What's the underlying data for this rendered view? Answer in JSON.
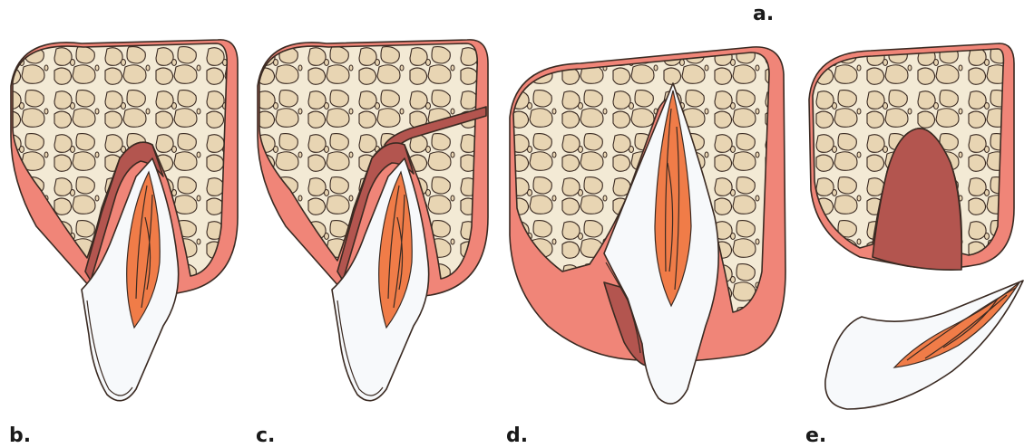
{
  "labels": {
    "a": "a.",
    "b": "b.",
    "c": "c.",
    "d": "d.",
    "e": "e."
  },
  "colors": {
    "bone_fill": "#f3ead5",
    "bone_cell": "#e8d5b3",
    "gingiva": "#f08578",
    "ligament_dark": "#b3554f",
    "enamel": "#f7f9fb",
    "pulp": "#f07c48",
    "outline": "#3a2a22"
  }
}
